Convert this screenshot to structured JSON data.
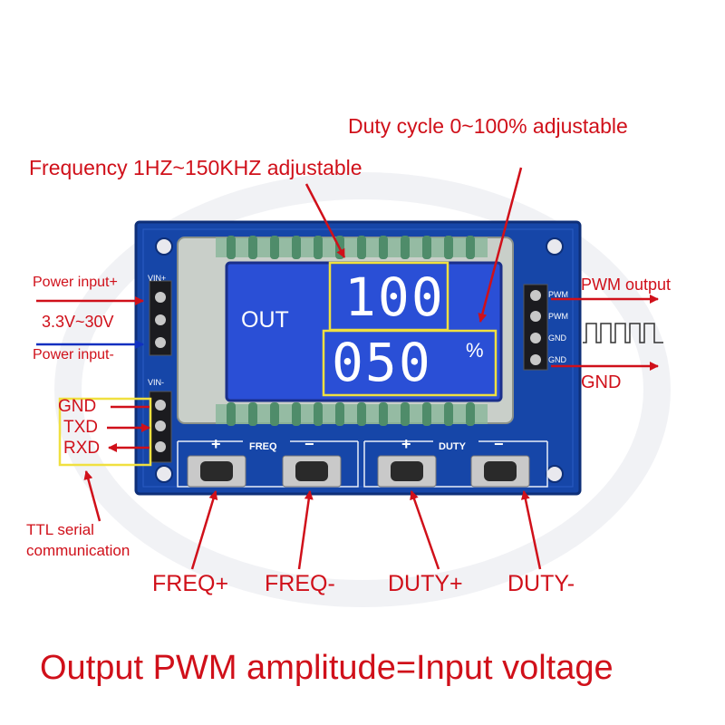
{
  "annotations": {
    "duty_cycle": "Duty cycle 0~100% adjustable",
    "frequency": "Frequency 1HZ~150KHZ adjustable",
    "power_input_plus": "Power input+",
    "voltage_range": "3.3V~30V",
    "power_input_minus": "Power input-",
    "pwm_output": "PWM output",
    "gnd_right": "GND",
    "gnd_left": "GND",
    "txd": "TXD",
    "rxd": "RXD",
    "ttl_line1": "TTL serial",
    "ttl_line2": "communication",
    "freq_plus": "FREQ+",
    "freq_minus": "FREQ-",
    "duty_plus": "DUTY+",
    "duty_minus": "DUTY-",
    "bottom_caption": "Output PWM amplitude=Input voltage"
  },
  "board": {
    "pin_vin_plus": "VIN+",
    "pin_vin_minus": "VIN-",
    "pin_pwm_1": "PWM",
    "pin_pwm_2": "PWM",
    "pin_gnd_1": "GND",
    "pin_gnd_2": "GND",
    "freq_group_label": "FREQ",
    "duty_group_label": "DUTY",
    "plus_sign": "+",
    "minus_sign": "−"
  },
  "lcd": {
    "out_label": "OUT",
    "frequency_value": "100",
    "duty_value": "050",
    "percent_sign": "%"
  },
  "colors": {
    "annotation_red": "#d0101a",
    "arrow_blue": "#1030c0",
    "pcb_blue": "#1646a8",
    "lcd_blue": "#2a4fd6",
    "highlight_yellow": "#f0e040"
  }
}
